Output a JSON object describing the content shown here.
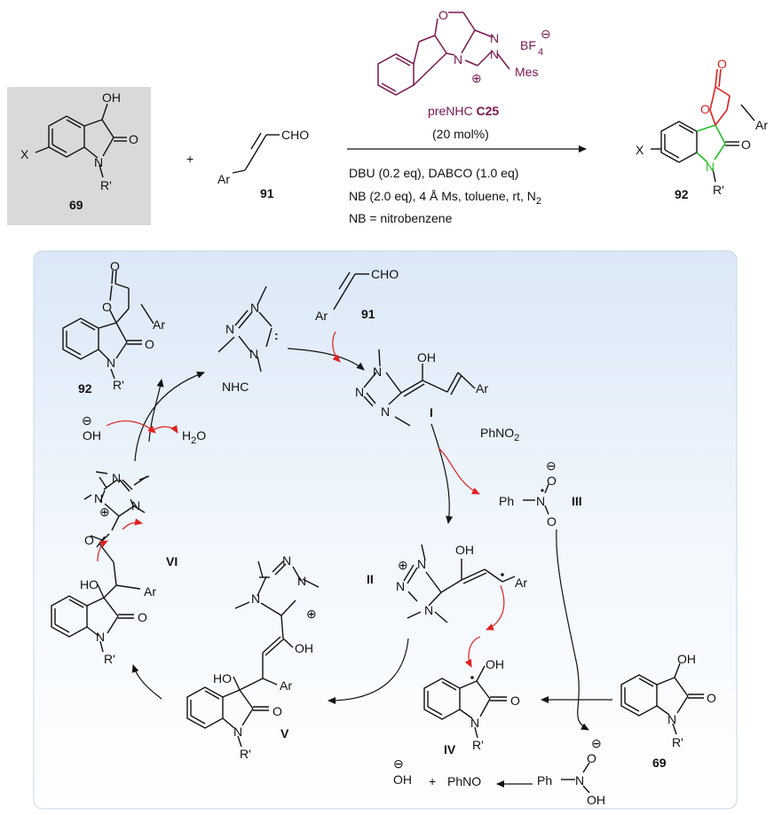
{
  "top": {
    "reactant1": {
      "OH": "OH",
      "O": "O",
      "N": "N",
      "X": "X",
      "R": "R'",
      "id": "69"
    },
    "plus": "+",
    "reactant2": {
      "CHO": "CHO",
      "Ar": "Ar",
      "id": "91"
    },
    "catalyst": {
      "O": "O",
      "N1": "N",
      "N2": "N",
      "N3": "N",
      "BF4": "BF",
      "BF4_sub": "4",
      "Mes": "Mes",
      "charge": "⊕",
      "anion_charge": "⊖",
      "name_prefix": "preNHC ",
      "name_bold": "C25",
      "loading": "(20 mol%)"
    },
    "conditions": [
      "DBU (0.2 eq), DABCO (1.0 eq)",
      "NB (2.0 eq), 4 Å Ms, toluene, rt, N",
      "NB = nitrobenzene"
    ],
    "conditions_sub": "2",
    "product": {
      "O1": "O",
      "O2": "O",
      "O3": "O",
      "N": "N",
      "Ar": "Ar",
      "X": "X",
      "R": "R'",
      "id": "92"
    }
  },
  "cycle": {
    "p92": {
      "O1": "O",
      "O2": "O",
      "O3": "O",
      "N": "N",
      "Ar": "Ar",
      "R": "R'",
      "id": "92"
    },
    "nhc": {
      "N1": "N",
      "N2": "N",
      "N3": "N",
      "carbene": ":",
      "label": "NHC"
    },
    "ald91": {
      "CHO": "CHO",
      "Ar": "Ar",
      "id": "91"
    },
    "intI": {
      "OH": "OH",
      "N1": "N",
      "N2": "N",
      "N3": "N",
      "Ar": "Ar",
      "id": "I"
    },
    "phno2": {
      "text": "PhNO",
      "sub": "2"
    },
    "intIII": {
      "Ph": "Ph",
      "N": "N",
      "O1": "O",
      "O2": "O",
      "charge": "⊖",
      "id": "III"
    },
    "intII": {
      "OH": "OH",
      "N1": "N",
      "N2": "N",
      "N3": "N",
      "Ar": "Ar",
      "charge": "⊕",
      "id": "II"
    },
    "intIV": {
      "OH": "OH",
      "O": "O",
      "N": "N",
      "R": "R'",
      "id": "IV"
    },
    "s69": {
      "OH": "OH",
      "O": "O",
      "N": "N",
      "R": "R'",
      "id": "69"
    },
    "phnoh": {
      "Ph": "Ph",
      "N": "N",
      "O": "O",
      "OH": "OH",
      "charge": "⊖"
    },
    "byprod": {
      "OH": "OH",
      "charge": "⊖",
      "plus": "+",
      "PhNO": "PhNO"
    },
    "intV": {
      "HO": "HO",
      "OH": "OH",
      "O": "O",
      "N": "N",
      "N1": "N",
      "N2": "N",
      "N3": "N",
      "Ar": "Ar",
      "R": "R'",
      "charge": "⊕",
      "id": "V"
    },
    "intVI": {
      "HO": "HO",
      "O1": "O",
      "O2": "O",
      "N": "N",
      "N1": "N",
      "N2": "N",
      "N3": "N",
      "Ar": "Ar",
      "R": "R'",
      "charge": "⊕",
      "id": "VI"
    },
    "hydroxide": {
      "OH": "OH",
      "charge": "⊖"
    },
    "water": {
      "H": "H",
      "sub": "2",
      "O": "O"
    }
  },
  "colors": {
    "panel_top": "#dde9f7",
    "panel_bottom": "#ffffff",
    "red": "#e02020",
    "green": "#22c022",
    "magenta": "#7a1650",
    "gray_box": "#d8d8d8"
  }
}
